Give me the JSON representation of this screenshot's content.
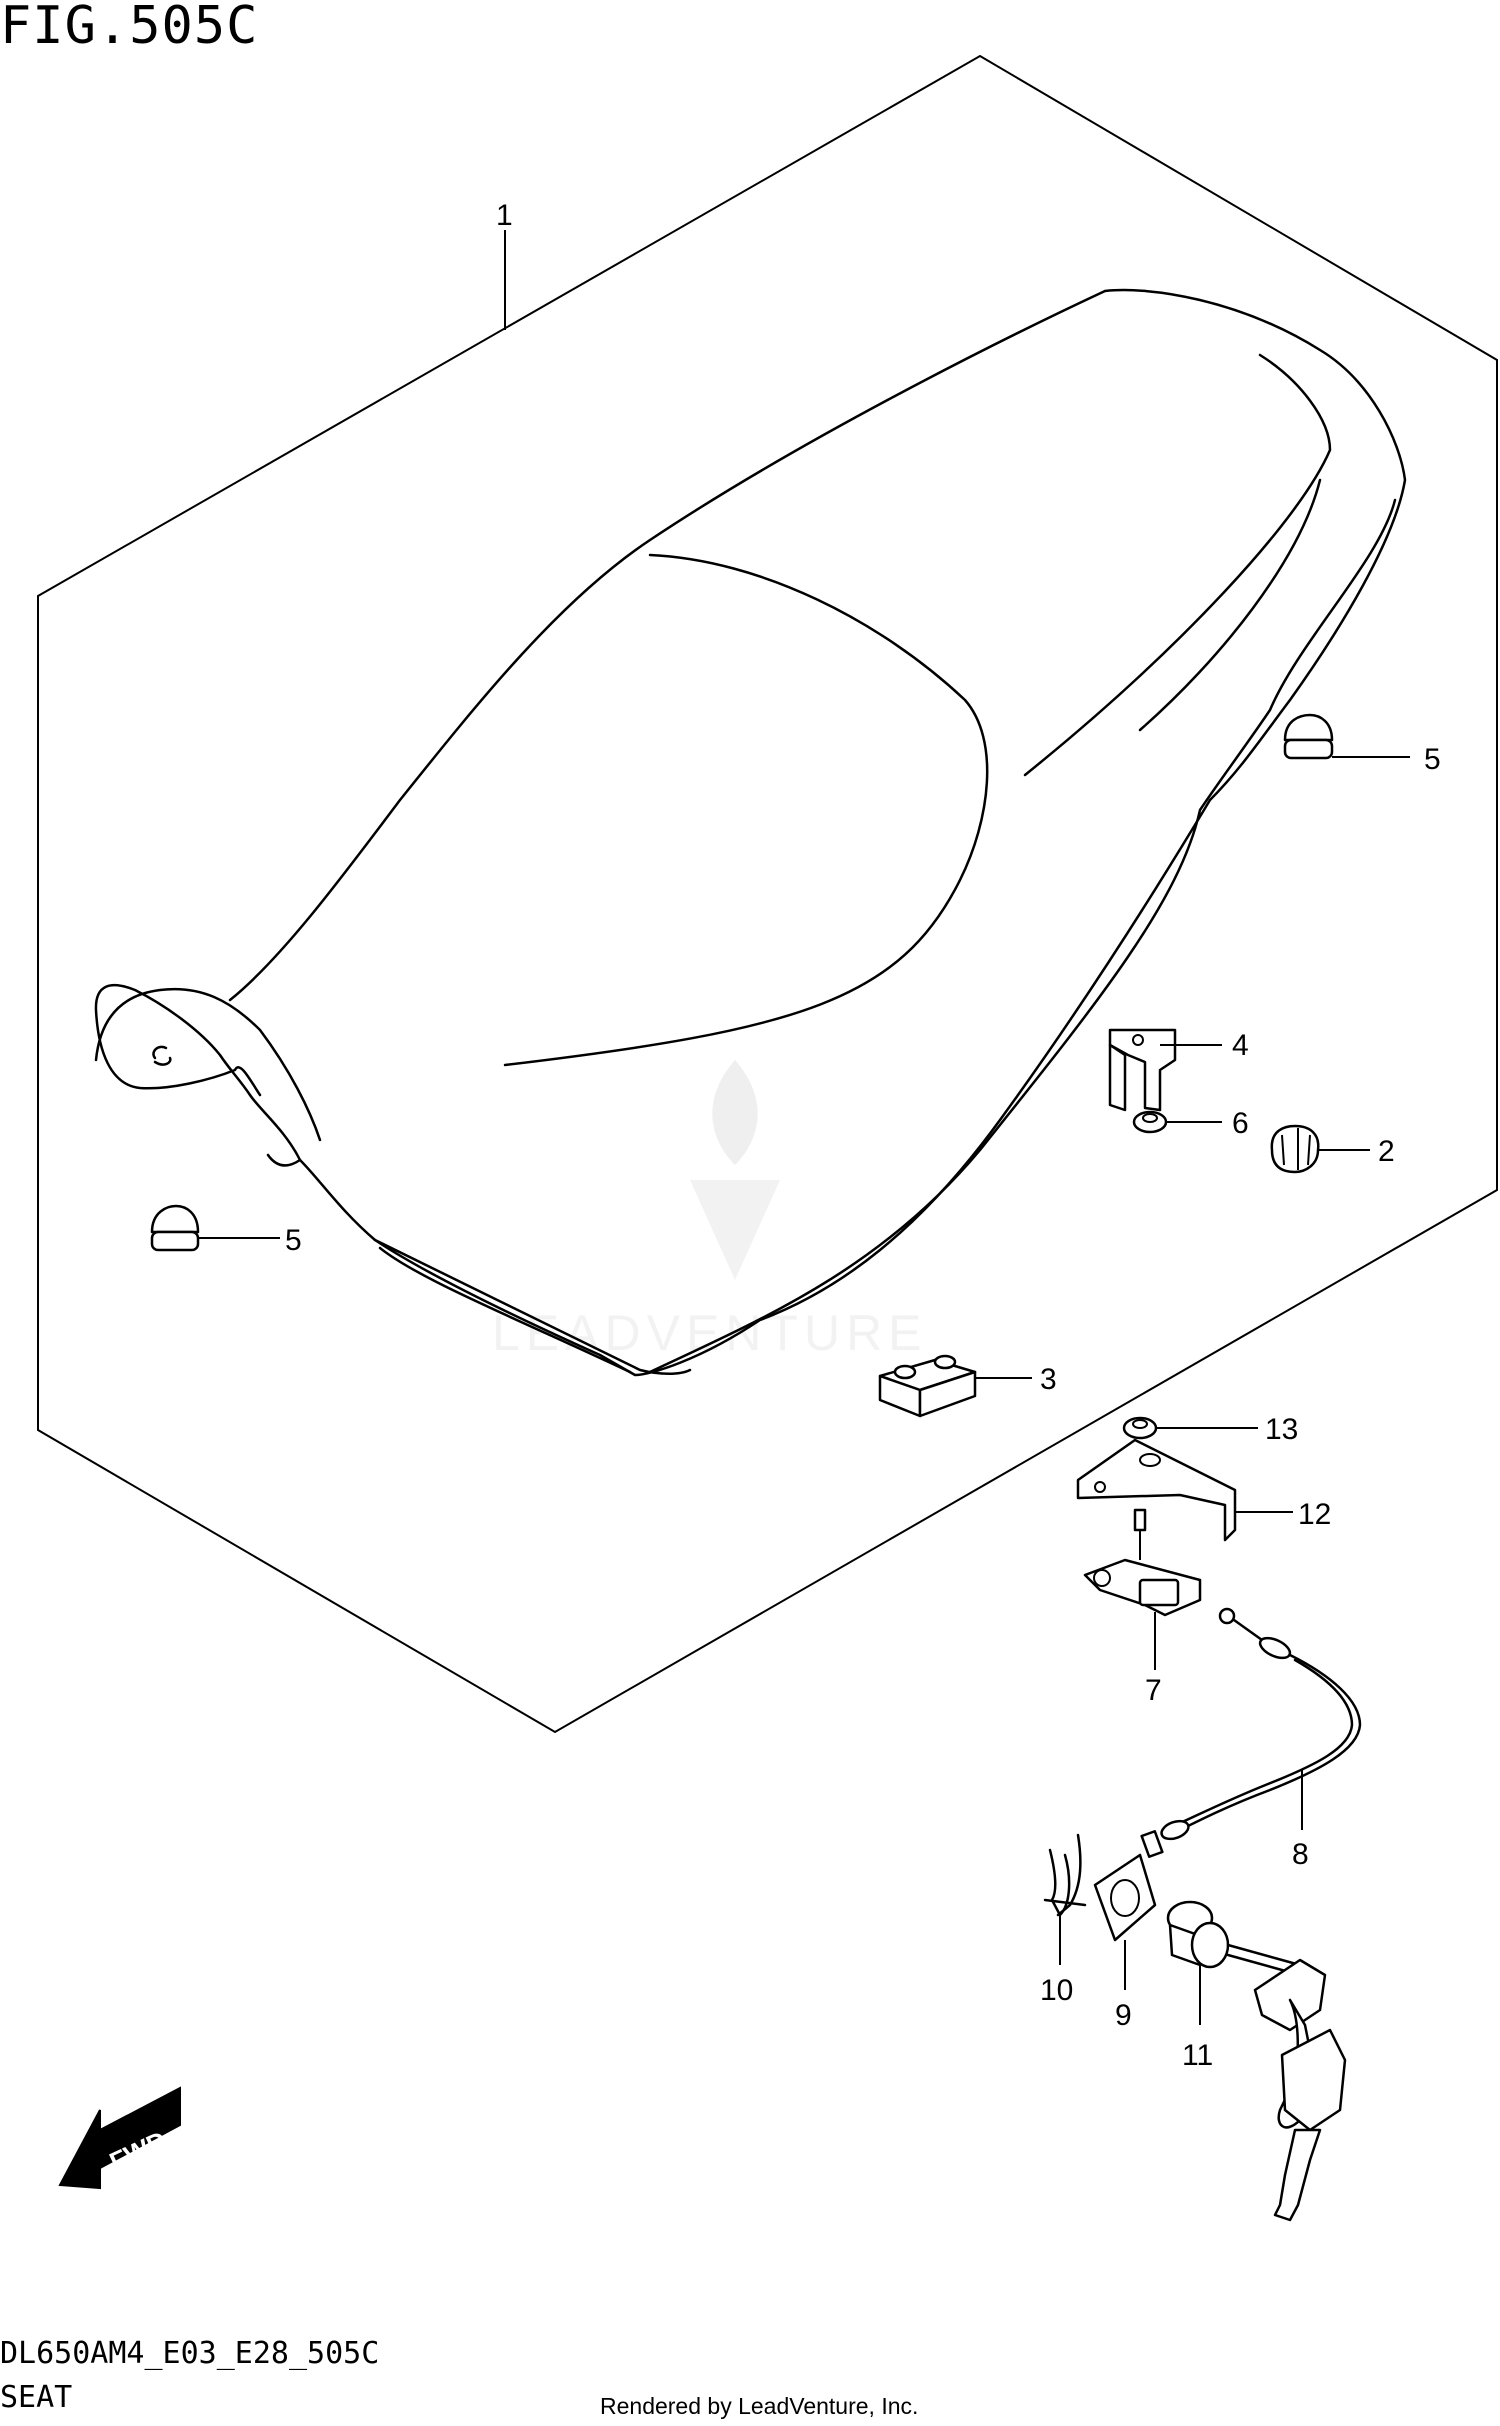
{
  "figure": {
    "title": "FIG.505C",
    "code": "DL650AM4_E03_E28_505C",
    "name": "SEAT",
    "credit": "Rendered by LeadVenture, Inc.",
    "watermark": "LEADVENTURE"
  },
  "callouts": {
    "c1": "1",
    "c2": "2",
    "c3": "3",
    "c4": "4",
    "c5a": "5",
    "c5b": "5",
    "c6": "6",
    "c7": "7",
    "c8": "8",
    "c9": "9",
    "c10": "10",
    "c11": "11",
    "c12": "12",
    "c13": "13"
  },
  "direction_arrow": {
    "label": "FWD"
  }
}
